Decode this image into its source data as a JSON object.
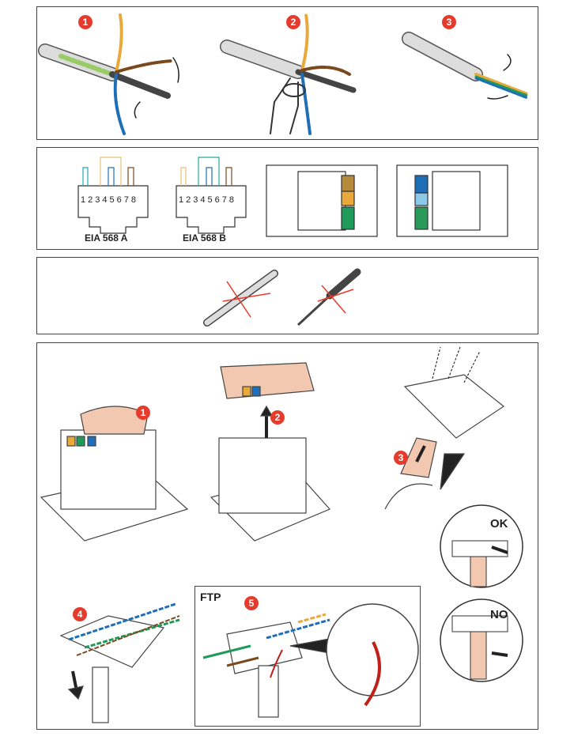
{
  "stripping_steps": {
    "badges": [
      "1",
      "2",
      "3"
    ]
  },
  "wiring": {
    "pin_numbers": "12345678",
    "standard_a": "EIA 568 A",
    "standard_b": "EIA 568 B"
  },
  "assembly": {
    "badges": [
      "1",
      "2",
      "3",
      "4",
      "5"
    ],
    "ftp_label": "FTP",
    "ok_label": "OK",
    "no_label": "NO"
  },
  "colors": {
    "badge": "#e53b2c",
    "orange_pair": "#e8a93a",
    "green_pair": "#1e9a5a",
    "blue_pair": "#1f6fb8",
    "brown_pair": "#7a4a1e",
    "shield_drain": "#c0201a",
    "module_tint": "#f2c9b0"
  }
}
